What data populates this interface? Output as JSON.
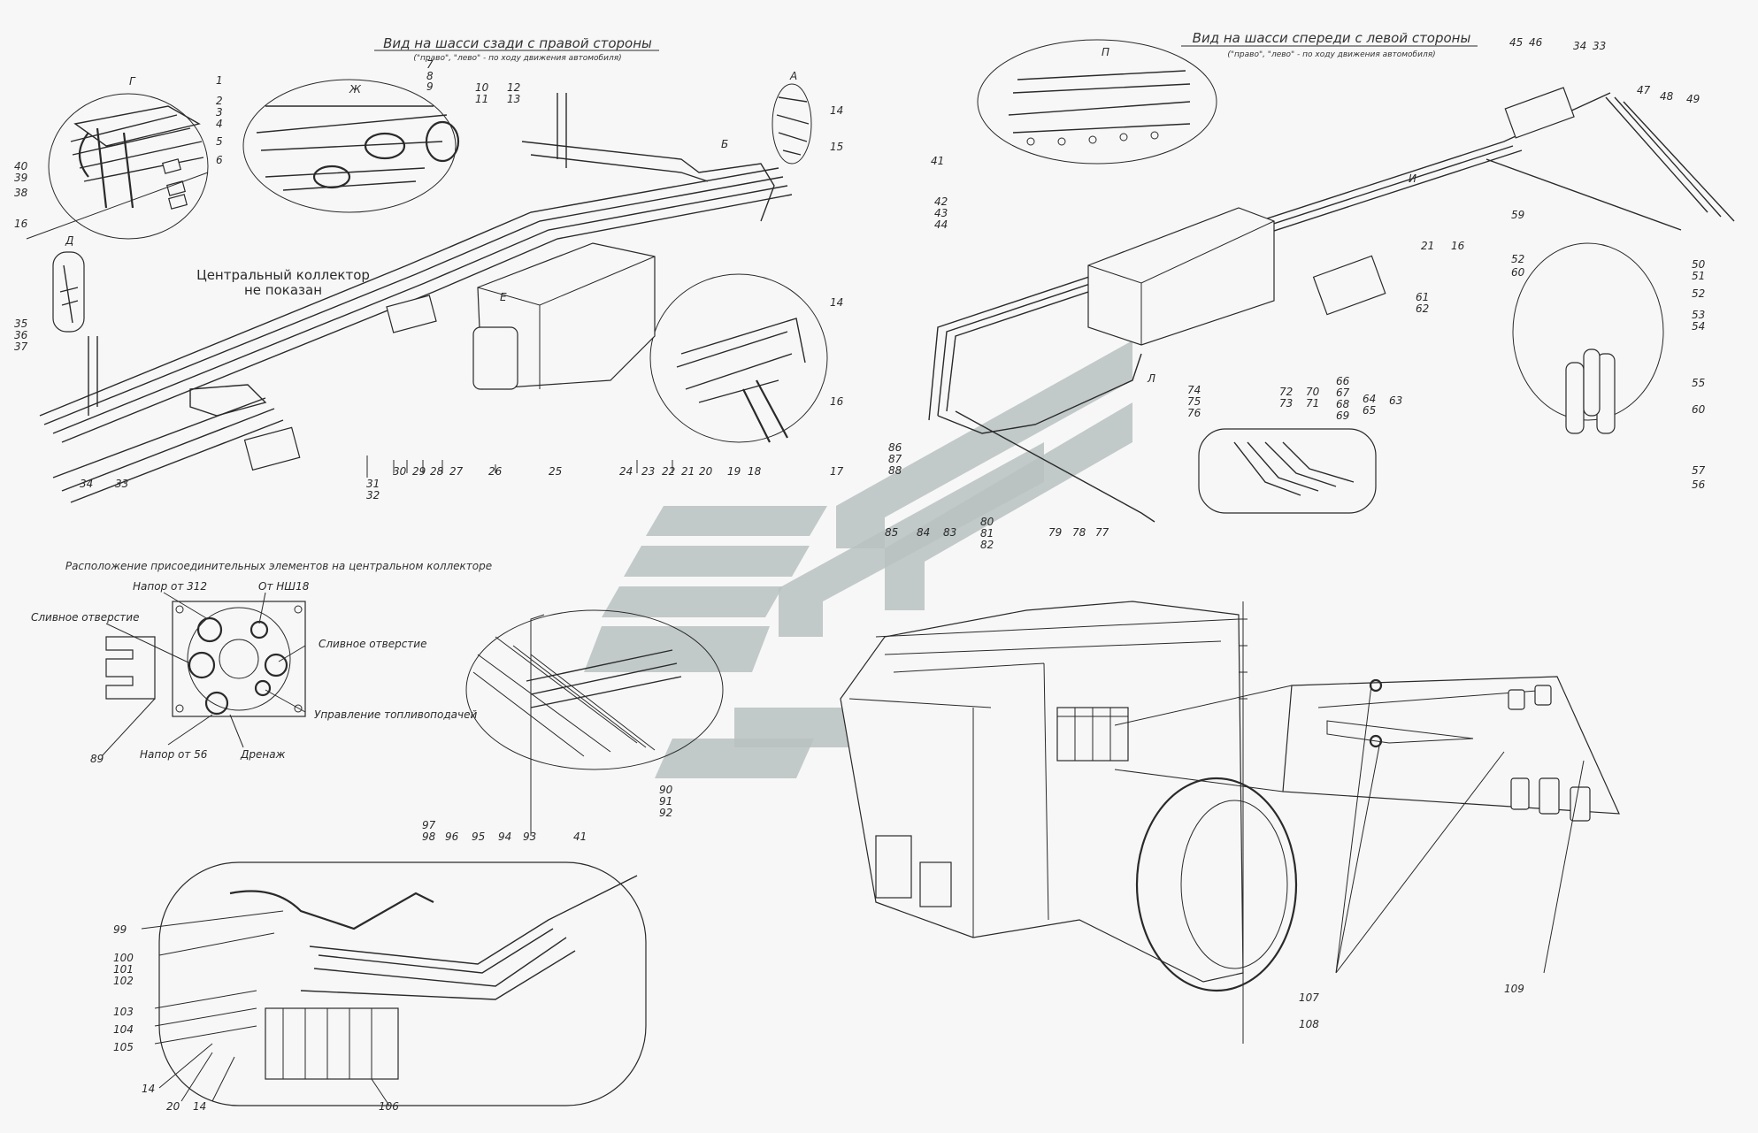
{
  "titles": {
    "rear_view": "Вид на шасси сзади с правой стороны",
    "rear_note": "(\"право\", \"лево\" - по ходу движения автомобиля)",
    "front_view": "Вид на шасси спереди с левой стороны",
    "front_note": "(\"право\", \"лево\" - по ходу движения автомобиля)",
    "collector_line1": "Центральный коллектор",
    "collector_line2": "не показан",
    "collector_section": "Расположение присоединительных элементов на центральном коллекторе"
  },
  "collector_labels": {
    "drain_left": "Сливное отверстие",
    "pressure_312": "Напор от 312",
    "from_nsh18": "От НШ18",
    "drain_right": "Сливное отверстие",
    "fuel_control": "Управление топливоподачей",
    "pressure_56": "Напор от 56",
    "drainage": "Дренаж"
  },
  "view_letters": {
    "G": "Г",
    "Zh": "Ж",
    "A": "А",
    "B": "Б",
    "D": "Д",
    "E": "Е",
    "P": "П",
    "I": "И",
    "L": "Л"
  },
  "callouts": {
    "c1": "1",
    "c2": "2",
    "c3": "3",
    "c4": "4",
    "c5": "5",
    "c6": "6",
    "c7": "7",
    "c8": "8",
    "c9": "9",
    "c10": "10",
    "c11": "11",
    "c12": "12",
    "c13": "13",
    "c14": "14",
    "c15": "15",
    "c16": "16",
    "c17": "17",
    "c18": "18",
    "c19": "19",
    "c20": "20",
    "c21": "21",
    "c22": "22",
    "c23": "23",
    "c24": "24",
    "c25": "25",
    "c26": "26",
    "c27": "27",
    "c28": "28",
    "c29": "29",
    "c30": "30",
    "c31": "31",
    "c32": "32",
    "c33": "33",
    "c34": "34",
    "c35": "35",
    "c36": "36",
    "c37": "37",
    "c38": "38",
    "c39": "39",
    "c40": "40",
    "c41": "41",
    "c42": "42",
    "c43": "43",
    "c44": "44",
    "c45": "45",
    "c46": "46",
    "c47": "47",
    "c48": "48",
    "c49": "49",
    "c50": "50",
    "c51": "51",
    "c52": "52",
    "c53": "53",
    "c54": "54",
    "c55": "55",
    "c56": "56",
    "c57": "57",
    "c59": "59",
    "c60": "60",
    "c61": "61",
    "c62": "62",
    "c63": "63",
    "c64": "64",
    "c65": "65",
    "c66": "66",
    "c67": "67",
    "c68": "68",
    "c69": "69",
    "c70": "70",
    "c71": "71",
    "c72": "72",
    "c73": "73",
    "c74": "74",
    "c75": "75",
    "c76": "76",
    "c77": "77",
    "c78": "78",
    "c79": "79",
    "c80": "80",
    "c81": "81",
    "c82": "82",
    "c83": "83",
    "c84": "84",
    "c85": "85",
    "c86": "86",
    "c87": "87",
    "c88": "88",
    "c89": "89",
    "c90": "90",
    "c91": "91",
    "c92": "92",
    "c93": "93",
    "c94": "94",
    "c95": "95",
    "c96": "96",
    "c97": "97",
    "c98": "98",
    "c99": "99",
    "c100": "100",
    "c101": "101",
    "c102": "102",
    "c103": "103",
    "c104": "104",
    "c105": "105",
    "c106": "106",
    "c107": "107",
    "c108": "108",
    "c109": "109"
  }
}
